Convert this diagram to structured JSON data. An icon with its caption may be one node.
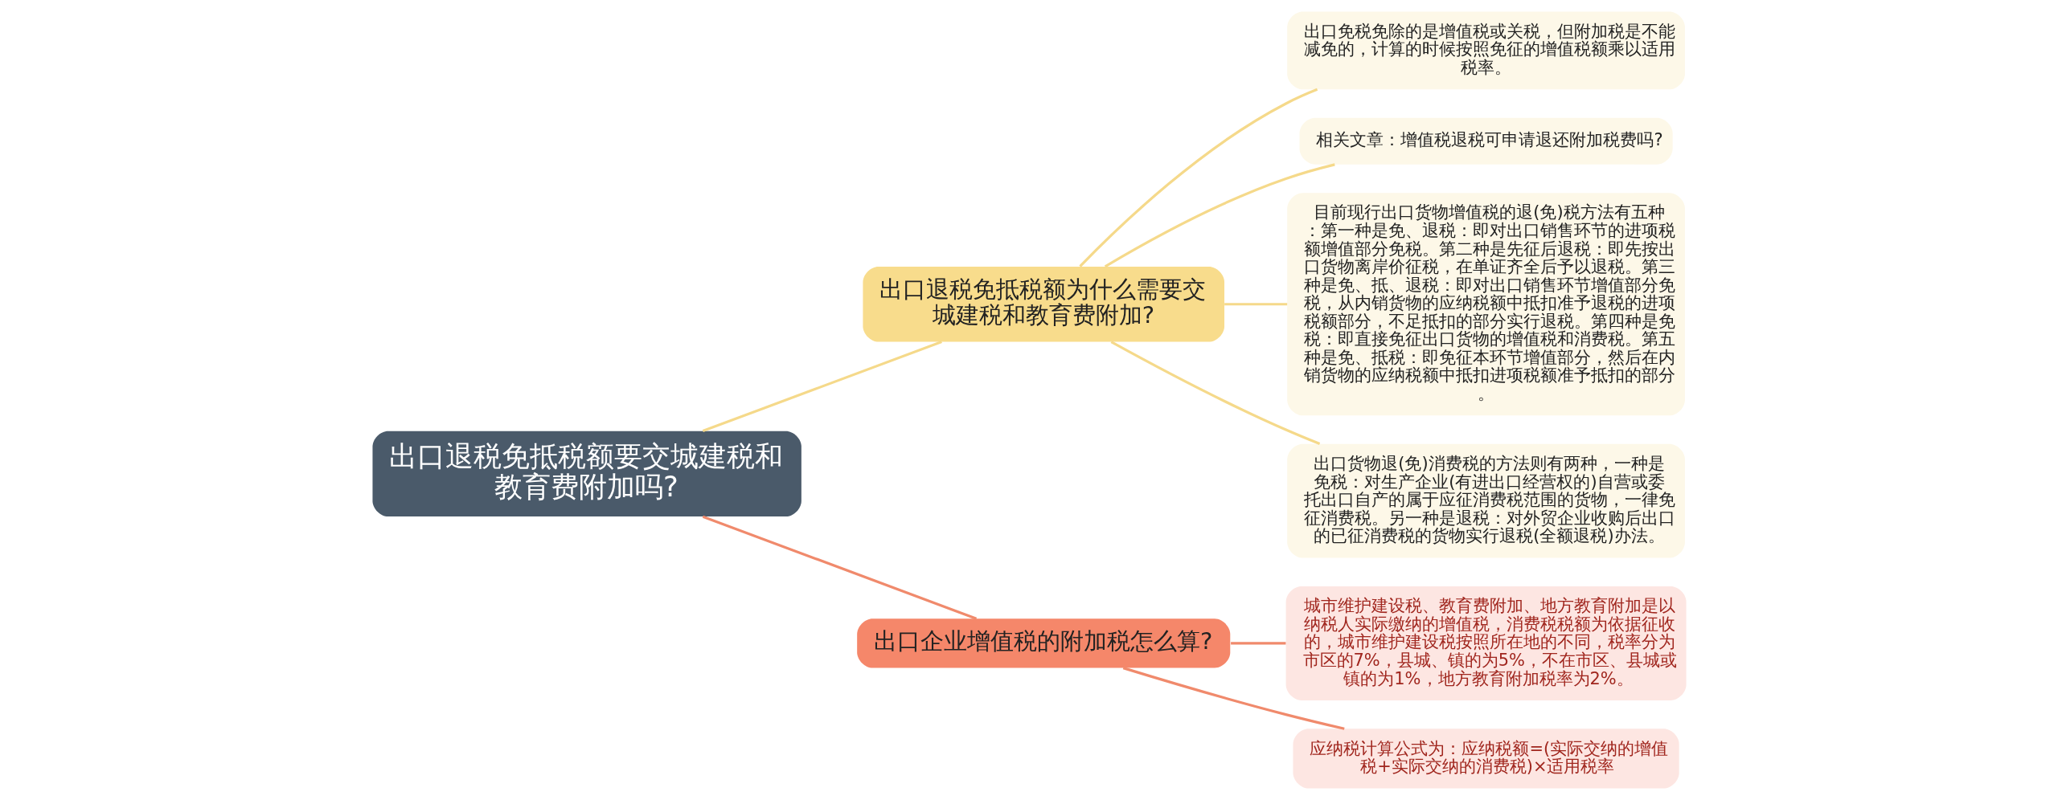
{
  "diagram": {
    "nodes": [
      {
        "text": [
          "出口退税免抵税额要交城建税和教育费附加吗?"
        ]
      },
      {
        "text": [
          "出口退税免抵税额为什么需要交城建税和教育费附加?"
        ]
      },
      {
        "text": [
          "出口免税免除的是增值税或关税，但附加税是不能减免的，计算的时候按照免征的增值税额乘以适用税率。"
        ]
      },
      {
        "text": [
          "相关文章：增值税退税可申请退还附加税费吗?"
        ]
      },
      {
        "text": [
          "目前现行出口货物增值税的退(免)税方法有五种：第一种是免、退税：即对出口销售环节的进项税额增值部分免税。第二种是先征后退税：即先按出口货物离岸价征税，在单证齐全后予以退税。第三种是免、抵、退税：即对出口销售环节增值部分免税，从内销货物的应纳税额中抵扣准予退税的进项税额部分，不足抵扣的部分实行退税。第四种是免税：即直接免征出口货物的增值税和消费税。第五种是免、抵税：即免征本环节增值部分，然后在内销货物的应纳税额中抵扣进项税额准予抵扣的部分。"
        ]
      },
      {
        "text": [
          "出口货物退(免)消费税的方法则有两种，一种是免税：对生产企业(有进出口经营权的)自营或委托出口自产的属于应征消费税范围的货物，一律免征消费税。另一种是退税：对外贸企业收购后出口的已征消费税的货物实行退税(全额退税)办法。"
        ]
      },
      {
        "text": [
          "出口企业增值税的附加税怎么算?"
        ]
      },
      {
        "text": [
          "城市维护建设税、教育费附加、地方教育附加是以纳税人实际缴纳的增值税，消费税税额为依据征收的，城市维护建设税按照所在地的不同，税率分为市区的7%，县城、镇的为5%，不在市区、县城或镇的为1%，地方教育附加税率为2%。"
        ]
      },
      {
        "text": [
          "应纳税计算公式为：应纳税额=(实际交纳的增值税+实际交纳的消费税)×适用税率"
        ]
      }
    ],
    "edges": [
      {
        "from": 0,
        "to": 1,
        "arrow": "none"
      },
      {
        "from": 1,
        "to": 2,
        "arrow": "none"
      },
      {
        "from": 1,
        "to": 3,
        "arrow": "none"
      },
      {
        "from": 1,
        "to": 4,
        "arrow": "none"
      },
      {
        "from": 1,
        "to": 5,
        "arrow": "none"
      },
      {
        "from": 0,
        "to": 6,
        "arrow": "none",
        "color": "#f08a6c"
      },
      {
        "from": 6,
        "to": 7,
        "arrow": "none",
        "color": "#f08a6c"
      },
      {
        "from": 6,
        "to": 8,
        "arrow": "none",
        "color": "#f08a6c"
      }
    ]
  }
}
